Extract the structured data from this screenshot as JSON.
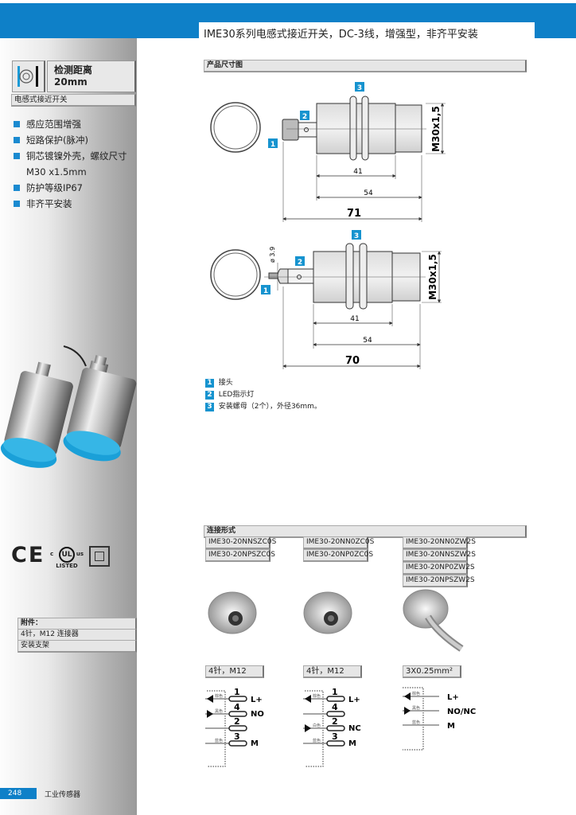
{
  "header": {
    "title": "IME30系列电感式接近开关，DC-3线，增强型，非齐平安装",
    "brand_color": "#0e80c8"
  },
  "sidebar": {
    "spec_label": "检测距离",
    "spec_value": "20mm",
    "category": "电感式接近开关",
    "features": [
      "感应范围增强",
      "短路保护(脉冲)",
      "铜芯镀镍外壳，螺纹尺寸",
      "M30 x1.5mm",
      "防护等级IP67",
      "非齐平安装"
    ],
    "certs": {
      "ce": "CE",
      "ul": "UL",
      "ul_c": "c",
      "ul_us": "us",
      "ul_listed": "LISTED"
    },
    "accessories": {
      "title": "附件：",
      "items": [
        "4针，M12 连接器",
        "安装支架"
      ]
    },
    "page_number": "248",
    "footer": "工业传感器"
  },
  "dimensions": {
    "title": "产品尺寸图",
    "drawing1": {
      "thread": "M30x1,5",
      "dim_a": "41",
      "dim_b": "54",
      "dim_total": "71",
      "badges": [
        "1",
        "2",
        "3"
      ]
    },
    "drawing2": {
      "thread": "M30x1,5",
      "cable_dia": "ø 3.9",
      "dim_a": "41",
      "dim_b": "54",
      "dim_total": "70",
      "badges": [
        "1",
        "2",
        "3"
      ]
    },
    "legend": [
      {
        "num": "1",
        "text": "接头"
      },
      {
        "num": "2",
        "text": "LED指示灯"
      },
      {
        "num": "3",
        "text": "安装螺母（2个），外径36mm。"
      }
    ]
  },
  "connection": {
    "title": "连接形式",
    "columns": [
      {
        "models": [
          "IME30-20NNSZC0S",
          "IME30-20NPSZC0S"
        ],
        "type": "4针，M12",
        "pins": [
          {
            "num": "1",
            "color": "棕色",
            "signal": "L+",
            "dir": "out"
          },
          {
            "num": "4",
            "color": "黑色",
            "signal": "NO",
            "dir": "in"
          },
          {
            "num": "2",
            "color": "",
            "signal": "",
            "dir": ""
          },
          {
            "num": "3",
            "color": "蓝色",
            "signal": "M",
            "dir": ""
          }
        ]
      },
      {
        "models": [
          "IME30-20NN0ZC0S",
          "IME30-20NP0ZC0S"
        ],
        "type": "4针，M12",
        "pins": [
          {
            "num": "1",
            "color": "棕色",
            "signal": "L+",
            "dir": "out"
          },
          {
            "num": "4",
            "color": "",
            "signal": "",
            "dir": ""
          },
          {
            "num": "2",
            "color": "白色",
            "signal": "NC",
            "dir": "in"
          },
          {
            "num": "3",
            "color": "蓝色",
            "signal": "M",
            "dir": ""
          }
        ]
      },
      {
        "models": [
          "IME30-20NN0ZW2S",
          "IME30-20NNSZW2S",
          "IME30-20NP0ZW2S",
          "IME30-20NPSZW2S"
        ],
        "type": "3X0.25mm²",
        "wires": [
          {
            "color": "棕色",
            "signal": "L+",
            "dir": "out"
          },
          {
            "color": "黑色",
            "signal": "NO/NC",
            "dir": "in"
          },
          {
            "color": "蓝色",
            "signal": "M",
            "dir": ""
          }
        ]
      }
    ]
  }
}
